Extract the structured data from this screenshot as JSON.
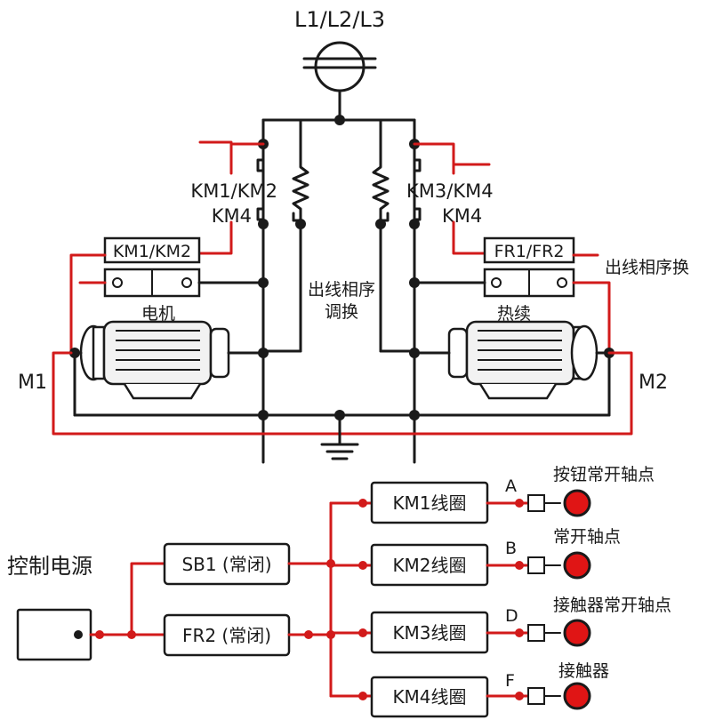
{
  "supply_label": "L1/L2/L3",
  "left_contact_label_1": "KM1/KM2",
  "left_contact_label_2": "KM4",
  "right_contact_label_1": "KM3/KM4",
  "right_contact_label_2": "KM4",
  "left_block_label": "KM1/KM2",
  "right_block_label": "FR1/FR2",
  "right_block_note": "出线相序换",
  "center_note_1": "出线相序",
  "center_note_2": "调换",
  "left_motor_label": "电机",
  "right_motor_label": "热续",
  "left_motor_id": "M1",
  "right_motor_id": "M2",
  "control_source_label": "控制电源",
  "sb1_label": "SB1 (常闭)",
  "fr2_label": "FR2 (常闭)",
  "coils": [
    {
      "label": "KM1线圈",
      "tag": "A",
      "note": "按钮常开轴点"
    },
    {
      "label": "KM2线圈",
      "tag": "B",
      "note": "常开轴点"
    },
    {
      "label": "KM3线圈",
      "tag": "D",
      "note": "接触器常开轴点"
    },
    {
      "label": "KM4线圈",
      "tag": "F",
      "note": "接触器"
    }
  ],
  "colors": {
    "wire": "#1a1a1a",
    "control_wire": "#d21a1a",
    "indicator": "#e01515"
  },
  "icons": [
    "three-phase-supply-icon",
    "ground-icon",
    "motor-icon",
    "indicator-lamp-icon",
    "contact-square-icon"
  ]
}
